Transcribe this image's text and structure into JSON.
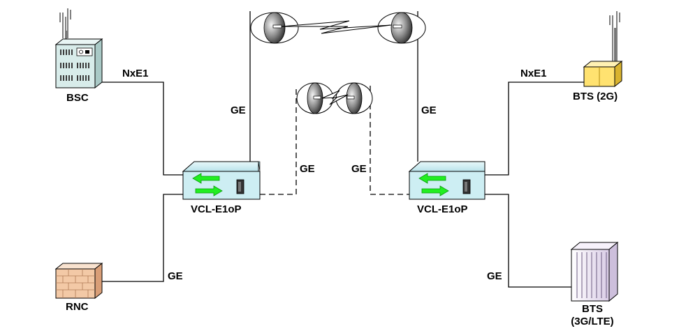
{
  "labels": {
    "bsc": "BSC",
    "rnc": "RNC",
    "bts_2g": "BTS (2G)",
    "bts_3g_line1": "BTS",
    "bts_3g_line2": "(3G/LTE)",
    "vcl_left": "VCL-E1oP",
    "vcl_right": "VCL-E1oP",
    "nxe1_left": "NxE1",
    "nxe1_right": "NxE1",
    "ge_rnc": "GE",
    "ge_bts3g": "GE",
    "ge_left_vertical": "GE",
    "ge_right_vertical": "GE",
    "ge_left_dashed": "GE",
    "ge_right_dashed": "GE"
  },
  "colors": {
    "line": "#000000",
    "bsc_body": "#d8ecea",
    "vcl_body": "#cdeef3",
    "arrow_green": "#22ee22",
    "rnc_body": "#f3c9a6",
    "bts2g_body": "#ffe270",
    "bts3g_body": "#efe6f6"
  },
  "icons": {
    "bsc": "bsc-cabinet-with-antenna-icon",
    "rnc": "rnc-brick-unit-icon",
    "bts_2g": "bts-2g-box-with-antenna-icon",
    "bts_3g": "bts-3g-lte-cabinet-icon",
    "vcl": "vcl-e1op-device-icon",
    "dish": "microwave-dish-icon",
    "radio_link": "lightning-bolt-link-icon"
  }
}
